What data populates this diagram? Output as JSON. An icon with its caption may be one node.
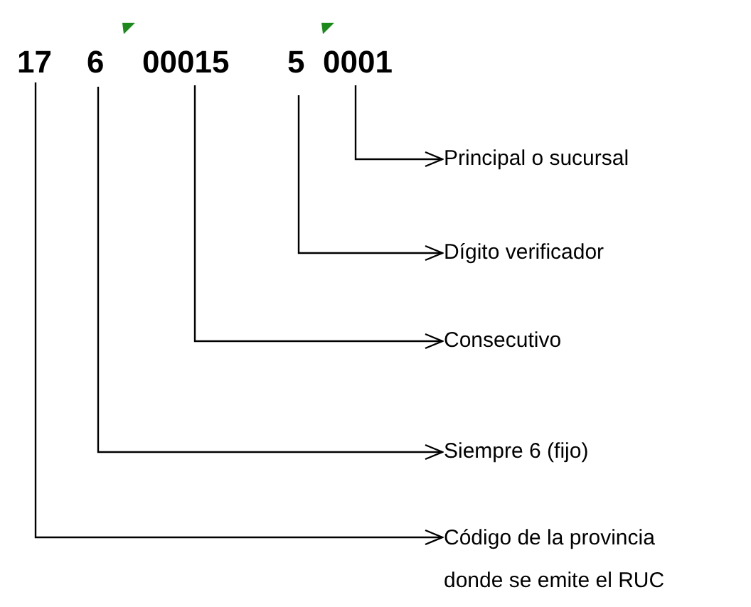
{
  "diagram": {
    "nodes": [
      {
        "text": [
          "17"
        ]
      },
      {
        "text": [
          "6"
        ]
      },
      {
        "text": [
          "00015"
        ]
      },
      {
        "text": [
          "5"
        ]
      },
      {
        "text": [
          "0001"
        ]
      },
      {
        "text": [
          "Principal o sucursal"
        ]
      },
      {
        "text": [
          "Dígito verificador"
        ]
      },
      {
        "text": [
          "Consecutivo"
        ]
      },
      {
        "text": [
          "Siempre 6 (fijo)"
        ]
      },
      {
        "text": [
          "Código de la provincia donde se emite el RUC"
        ]
      }
    ],
    "edges": [
      {
        "from": 4,
        "to": 5,
        "arrow": "to"
      },
      {
        "from": 3,
        "to": 6,
        "arrow": "to"
      },
      {
        "from": 2,
        "to": 7,
        "arrow": "to"
      },
      {
        "from": 1,
        "to": 8,
        "arrow": "to"
      },
      {
        "from": 0,
        "to": 9,
        "arrow": "to"
      }
    ]
  }
}
